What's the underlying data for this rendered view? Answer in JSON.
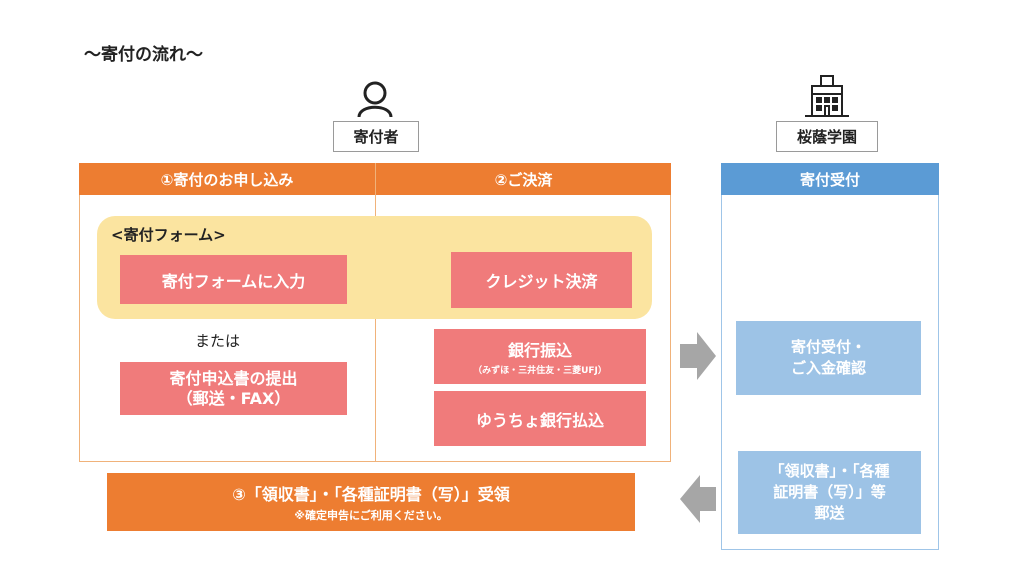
{
  "title": "〜寄付の流れ〜",
  "actors": {
    "donor": {
      "label": "寄付者",
      "icon": "person-icon"
    },
    "school": {
      "label": "桜蔭学園",
      "icon": "school-building-icon"
    }
  },
  "steps": {
    "step1_header": "①寄付のお申し込み",
    "step2_header": "②ご決済",
    "reception_header": "寄付受付"
  },
  "form": {
    "caption": "<寄付フォーム>",
    "input_label": "寄付フォームに入力",
    "or_text": "または",
    "paper_line1": "寄付申込書の提出",
    "paper_line2": "（郵送・FAX）"
  },
  "payments": {
    "credit": "クレジット決済",
    "bank": "銀行振込",
    "bank_sub": "（みずほ・三井住友・三菱UFJ）",
    "postal": "ゆうちょ銀行払込"
  },
  "reception": {
    "confirm_line1": "寄付受付・",
    "confirm_line2": "ご入金確認",
    "send_line1": "「領収書」・「各種",
    "send_line2": "証明書（写）」等",
    "send_line3": "郵送"
  },
  "receipt": {
    "main": "③「領収書」・「各種証明書（写）」受領",
    "note": "※確定申告にご利用ください。"
  },
  "colors": {
    "orange": "#ed7d31",
    "pink": "#f07b7b",
    "yellow": "#fbe4a0",
    "blue_header": "#5b9bd5",
    "blue_box": "#9dc3e6",
    "arrow_red": "#e9544e",
    "arrow_gray": "#a6a6a6"
  }
}
